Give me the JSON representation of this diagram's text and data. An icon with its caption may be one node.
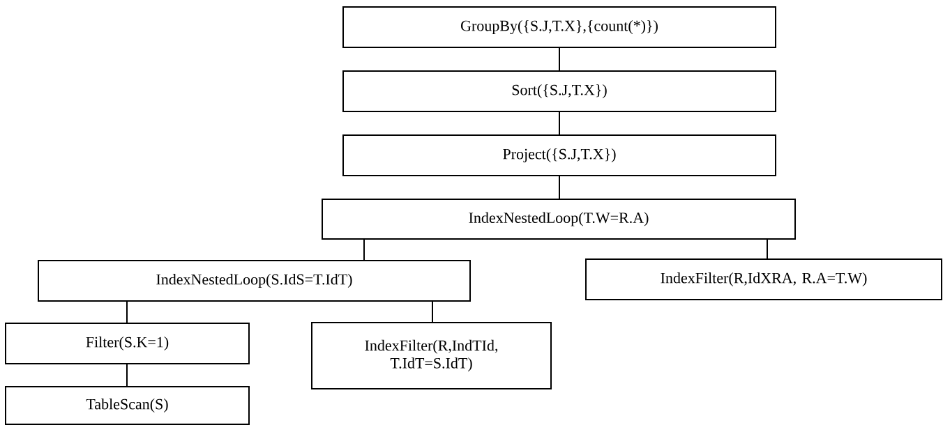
{
  "diagram": {
    "nodes": [
      {
        "text": [
          "GroupBy({S.J,T.X},{count(*)})"
        ]
      },
      {
        "text": [
          "Sort({S.J,T.X})"
        ]
      },
      {
        "text": [
          "Project({S.J,T.X})"
        ]
      },
      {
        "text": [
          "IndexNestedLoop(T.W=R.A)"
        ]
      },
      {
        "text": [
          "IndexNestedLoop(S.IdS=T.IdT)"
        ]
      },
      {
        "text": [
          "IndexFilter(R,IdXRA, R.A=T.W)"
        ]
      },
      {
        "text": [
          "Filter(S.K=1)"
        ]
      },
      {
        "text": [
          "IndexFilter(R,IndTId, T.IdT=S.IdT)"
        ]
      },
      {
        "text": [
          "TableScan(S)"
        ]
      }
    ],
    "edges": [
      {
        "from": 0,
        "to": 1,
        "arrow": "none"
      },
      {
        "from": 1,
        "to": 2,
        "arrow": "none"
      },
      {
        "from": 2,
        "to": 3,
        "arrow": "none"
      },
      {
        "from": 3,
        "to": 4,
        "arrow": "none"
      },
      {
        "from": 3,
        "to": 5,
        "arrow": "none"
      },
      {
        "from": 4,
        "to": 6,
        "arrow": "none"
      },
      {
        "from": 4,
        "to": 7,
        "arrow": "none"
      },
      {
        "from": 6,
        "to": 8,
        "arrow": "none"
      }
    ]
  }
}
